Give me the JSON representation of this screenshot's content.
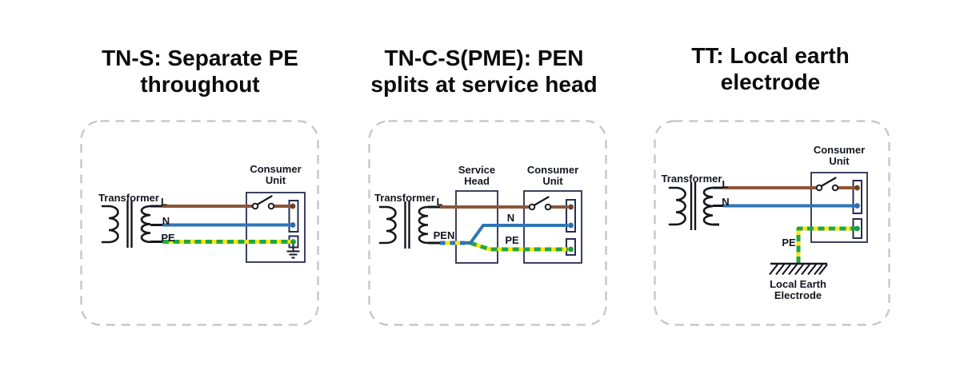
{
  "panels": [
    {
      "title_line1": "TN-S: Separate PE",
      "title_line2": "throughout",
      "transformer_label": "Transformer",
      "line_label": "L",
      "neutral_label": "N",
      "earth_label": "PE",
      "consumer_unit_line1": "Consumer",
      "consumer_unit_line2": "Unit"
    },
    {
      "title_line1": "TN-C-S(PME): PEN",
      "title_line2": "splits at service head",
      "transformer_label": "Transformer",
      "line_label": "L",
      "pen_label": "PEN",
      "neutral_label": "N",
      "earth_label": "PE",
      "service_head_line1": "Service",
      "service_head_line2": "Head",
      "consumer_unit_line1": "Consumer",
      "consumer_unit_line2": "Unit"
    },
    {
      "title_line1": "TT: Local earth",
      "title_line2": "electrode",
      "transformer_label": "Transformer",
      "line_label": "L",
      "neutral_label": "N",
      "earth_label": "PE",
      "consumer_unit_line1": "Consumer",
      "consumer_unit_line2": "Unit",
      "earth_electrode_line1": "Local Earth",
      "earth_electrode_line2": "Electrode"
    }
  ],
  "colors": {
    "line_brown": "#8b5638",
    "neutral_blue": "#2e75b6",
    "earth_green": "#22a644",
    "earth_yellow": "#ffe512",
    "ink": "#16161e",
    "box_navy": "#272e4e",
    "panel_gray": "#c8c8c8",
    "dot_brown": "#6f3f28",
    "dot_blue": "#2a6cad",
    "dot_green": "#1e9c3e",
    "title_ink": "#0b0b0b",
    "label_ink": "#14161f"
  }
}
